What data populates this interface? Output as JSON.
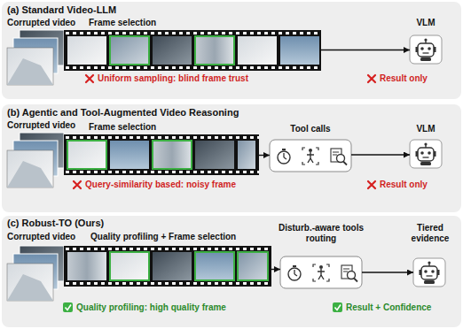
{
  "diagram": {
    "nodes": [
      {
        "text": [
          "(a) Standard Video-LLM"
        ]
      },
      {
        "text": [
          "Corrupted video"
        ],
        "in": 0
      },
      {
        "text": [
          "Frame selection"
        ],
        "in": 0
      },
      {
        "text": [
          "VLM"
        ],
        "in": 0
      },
      {
        "text": [
          "(b) Agentic and Tool-Augmented Video Reasoning"
        ]
      },
      {
        "text": [
          "Corrupted video"
        ],
        "in": 4
      },
      {
        "text": [
          "Frame selection"
        ],
        "in": 4
      },
      {
        "text": [
          "Tool calls"
        ],
        "in": 4
      },
      {
        "text": [
          "VLM"
        ],
        "in": 4
      },
      {
        "text": [
          "(c) Robust-TO (Ours)"
        ]
      },
      {
        "text": [
          "Corrupted video"
        ],
        "in": 9
      },
      {
        "text": [
          "Quality profiling + Frame selection"
        ],
        "in": 9
      },
      {
        "text": [
          "Disturb.-aware tools routing"
        ],
        "in": 9
      },
      {
        "text": [
          "Tiered evidence"
        ],
        "in": 9
      }
    ],
    "edges": [
      {
        "from": 2,
        "to": 3,
        "arrow": "to"
      },
      {
        "from": 6,
        "to": 7,
        "arrow": "to"
      },
      {
        "from": 7,
        "to": 8,
        "arrow": "to"
      },
      {
        "from": 11,
        "to": 12,
        "arrow": "to"
      },
      {
        "from": 12,
        "to": 13,
        "arrow": "to"
      }
    ],
    "labels": [
      "Uniform sampling: blind frame trust",
      "Result only",
      "Query-similarity based: noisy frame",
      "Result only",
      "Quality profiling: high quality frame",
      "Result + Confidence"
    ]
  }
}
